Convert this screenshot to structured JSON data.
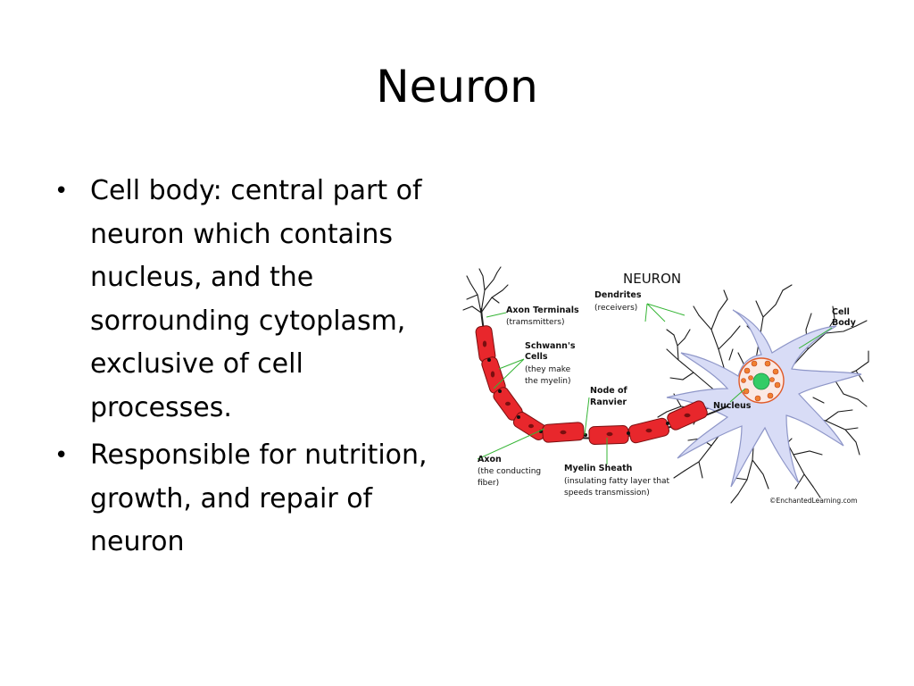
{
  "slide": {
    "title": "Neuron",
    "bullets": [
      {
        "text": "Cell body:  central part of neuron which contains nucleus, and the sorrounding cytoplasm, exclusive of cell processes."
      },
      {
        "text": "Responsible for nutrition, growth, and repair of neuron"
      }
    ]
  },
  "diagram": {
    "title": "NEURON",
    "labels": {
      "dendrites": "Dendrites",
      "dendrites_sub": "(receivers)",
      "axon_terminals": "Axon Terminals",
      "axon_terminals_sub": "(tramsmitters)",
      "cell_body_1": "Cell",
      "cell_body_2": "Body",
      "schwann_1": "Schwann's",
      "schwann_2": "Cells",
      "schwann_sub_1": "(they make",
      "schwann_sub_2": "the myelin)",
      "node_1": "Node of",
      "node_2": "Ranvier",
      "nucleus": "Nucleus",
      "axon": "Axon",
      "axon_sub_1": "(the conducting",
      "axon_sub_2": "fiber)",
      "myelin": "Myelin Sheath",
      "myelin_sub_1": "(insulating fatty layer that",
      "myelin_sub_2": "speeds transmission)",
      "copyright": "©EnchantedLearning.com"
    },
    "colors": {
      "myelin": "#e8272c",
      "cell_body": "#d8dcf6",
      "leader": "#35b535",
      "nucleus": "#e8f7e8",
      "nucleolus": "#33cc66"
    }
  }
}
